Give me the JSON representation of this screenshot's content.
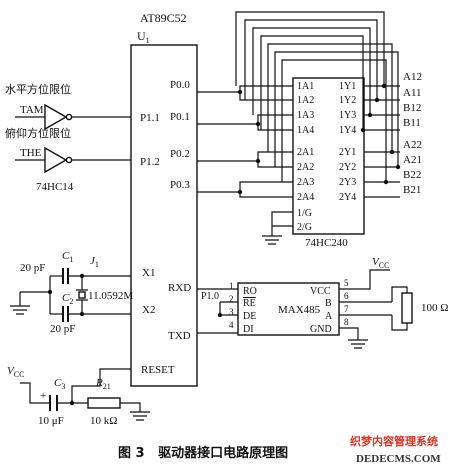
{
  "mcu": {
    "name": "AT89C52",
    "ref": "U",
    "ref_sub": "1",
    "pins_left": [
      "P1.1",
      "P1.2",
      "X1",
      "X2",
      "RESET"
    ],
    "pins_right": [
      "P0.0",
      "P0.1",
      "P0.2",
      "P0.3",
      "RXD",
      "TXD"
    ]
  },
  "sensors": {
    "top_label": "水平方位限位",
    "top_net": "TAM",
    "bottom_label": "俯仰方位限位",
    "bottom_net": "THE",
    "gate_part": "74HC14"
  },
  "buffer": {
    "part": "74HC240",
    "in_pins": [
      "1A1",
      "1A2",
      "1A3",
      "1A4",
      "2A1",
      "2A2",
      "2A3",
      "2A4",
      "1/G",
      "2/G"
    ],
    "out_pins": [
      "1Y1",
      "1Y2",
      "1Y3",
      "1Y4",
      "2Y1",
      "2Y2",
      "2Y3",
      "2Y4"
    ],
    "outputs": [
      "A12",
      "A11",
      "B12",
      "B11",
      "A22",
      "A21",
      "B22",
      "B21"
    ]
  },
  "crystal": {
    "c1": "C",
    "c1_sub": "1",
    "c1_value": "20 pF",
    "c2": "C",
    "c2_sub": "2",
    "c2_value": "20 pF",
    "j1": "J",
    "j1_sub": "1",
    "freq": "11.0592M"
  },
  "reset": {
    "vcc": "V",
    "vcc_sub": "CC",
    "c3": "C",
    "c3_sub": "3",
    "c3_value": "10 μF",
    "r": "R",
    "r_sub": "21",
    "r_value": "10 kΩ",
    "plus": "+"
  },
  "max485": {
    "part": "MAX485",
    "left_pins": [
      "RO",
      "RE",
      "DE",
      "DI"
    ],
    "left_nums": [
      "1",
      "2",
      "3",
      "4"
    ],
    "right_pins": [
      "VCC",
      "B",
      "A",
      "GND"
    ],
    "right_nums": [
      "5",
      "6",
      "7",
      "8"
    ],
    "p10": "P1.0",
    "vcc": "V",
    "vcc_sub": "CC",
    "termination": "100 Ω"
  },
  "caption": "图 3   驱动器接口电路原理图",
  "watermark": {
    "top": "织梦内容管理系统",
    "bottom": "DEDECMS.COM"
  }
}
